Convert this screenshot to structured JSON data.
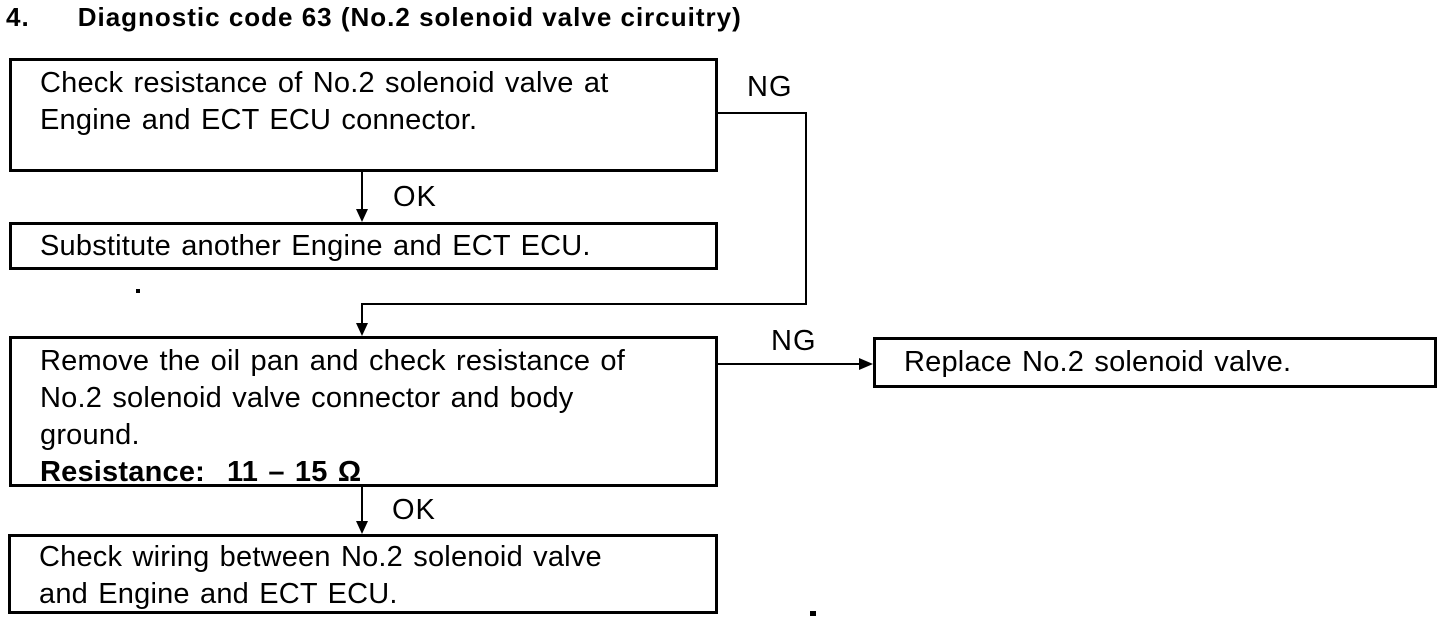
{
  "title": {
    "number": "4.",
    "text": "Diagnostic code 63 (No.2 solenoid valve circuitry)"
  },
  "colors": {
    "background": "#ffffff",
    "ink": "#000000"
  },
  "flowchart": {
    "nodes": {
      "check_resistance": {
        "lines": [
          "Check resistance of No.2 solenoid valve at",
          "Engine and ECT ECU connector."
        ]
      },
      "substitute_ecu": {
        "lines": [
          "Substitute another Engine and ECT ECU."
        ]
      },
      "remove_oil_pan": {
        "lines": [
          "Remove the oil pan and check resistance of",
          "No.2 solenoid valve connector and body",
          "ground."
        ],
        "spec_label": "Resistance:",
        "spec_value": "11 – 15 Ω"
      },
      "replace_valve": {
        "lines": [
          "Replace No.2 solenoid valve."
        ]
      },
      "check_wiring": {
        "lines": [
          "Check wiring between No.2 solenoid valve",
          "and Engine and ECT ECU."
        ]
      }
    },
    "edges": {
      "check_ok": {
        "label": "OK",
        "from": "check_resistance",
        "to": "substitute_ecu"
      },
      "check_ng": {
        "label": "NG",
        "from": "check_resistance",
        "to": "remove_oil_pan"
      },
      "oilpan_ng": {
        "label": "NG",
        "from": "remove_oil_pan",
        "to": "replace_valve"
      },
      "oilpan_ok": {
        "label": "OK",
        "from": "remove_oil_pan",
        "to": "check_wiring"
      }
    }
  }
}
